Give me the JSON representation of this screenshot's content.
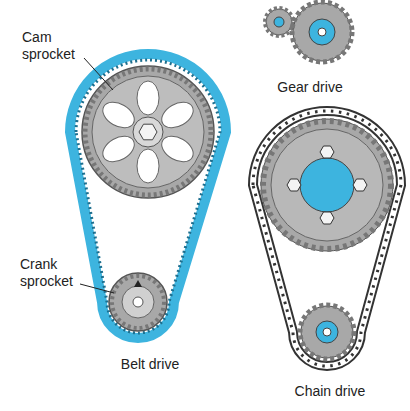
{
  "diagram": {
    "labels": [
      "Cam sprocket",
      "Crank sprocket",
      "Belt drive",
      "Gear drive",
      "Chain drive"
    ]
  }
}
